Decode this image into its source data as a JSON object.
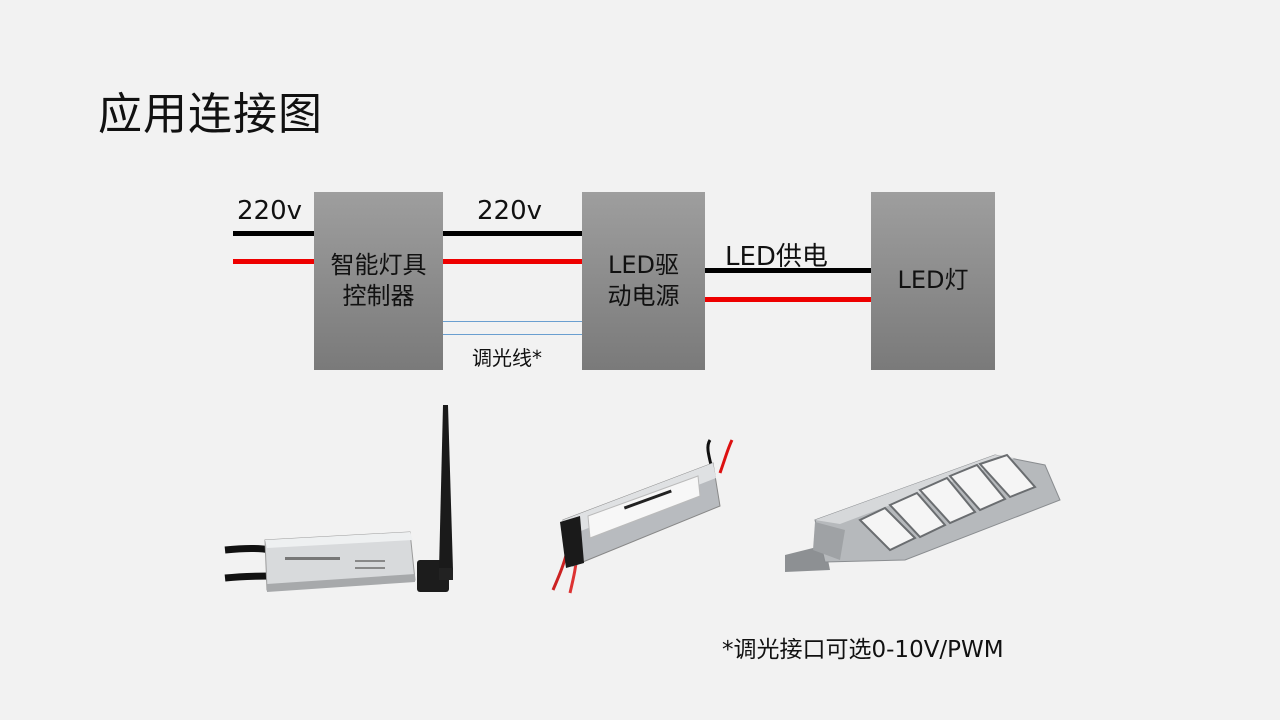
{
  "slide": {
    "title": "应用连接图",
    "note": "*调光接口可选0-10V/PWM"
  },
  "diagram": {
    "boxes": {
      "controller": "智能灯具\n控制器",
      "driver": "LED驱\n动电源",
      "lamp": "LED灯"
    },
    "wire_labels": {
      "input": "220v",
      "mid": "220v",
      "output": "LED供电",
      "dimming": "调光线*"
    }
  },
  "colors": {
    "background": "#f2f2f2",
    "box": "#8c8c8c",
    "wire_black": "#000000",
    "wire_red": "#ee0000",
    "dim_line": "#6a9fd0"
  },
  "products": [
    "controller-photo",
    "driver-photo",
    "streetlight-photo"
  ]
}
